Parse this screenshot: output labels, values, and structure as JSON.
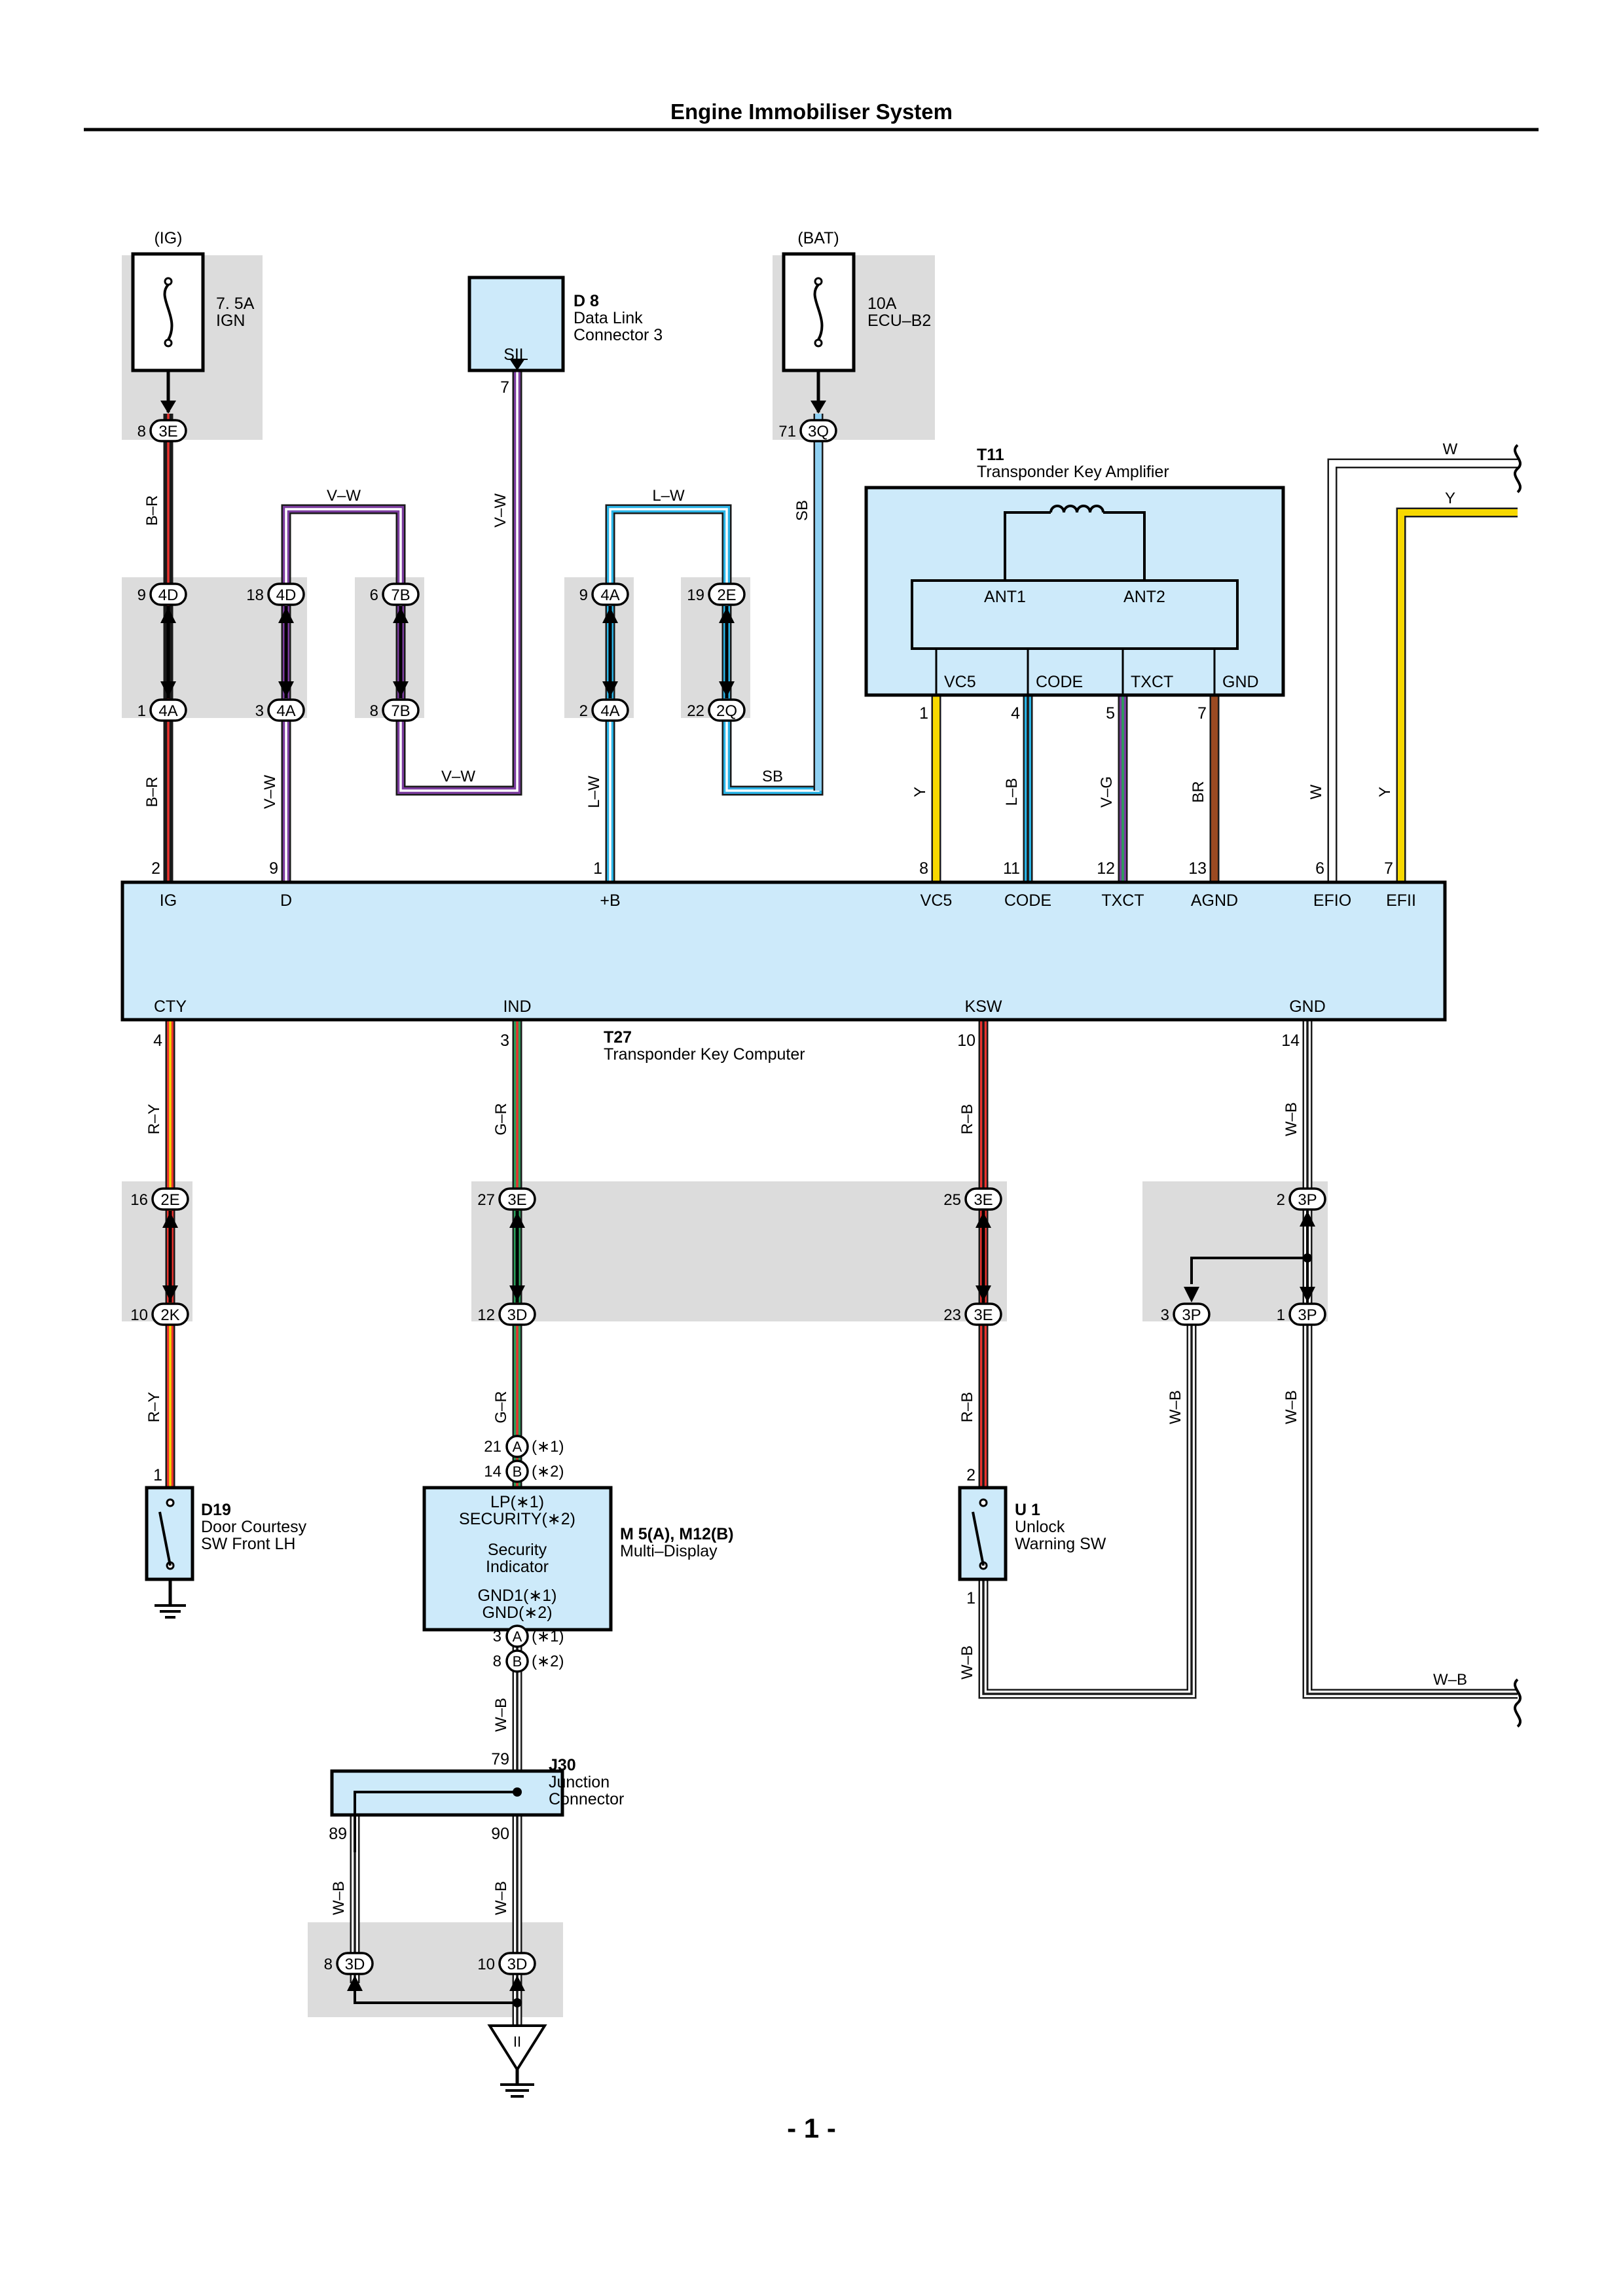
{
  "page": {
    "title": "Engine Immobiliser System",
    "page_number": "- 1 -"
  },
  "colors": {
    "red": "#e8322e",
    "yellow": "#f7d800",
    "green": "#2aa05a",
    "purple": "#7b3c9e",
    "blue": "#2ab4e6",
    "sky": "#8fd0f2",
    "brown": "#9b4a22",
    "black": "#1a1a1a",
    "gray": "#a8a8a8",
    "comp_fill": "#cdeafa",
    "shade": "#dcdcdc"
  },
  "power": {
    "ig": {
      "source": "(IG)",
      "rating": "7. 5A",
      "name": "IGN"
    },
    "bat": {
      "source": "(BAT)",
      "rating": "10A",
      "name": "ECU–B2"
    }
  },
  "components": {
    "d8": {
      "id": "D 8",
      "name1": "Data Link",
      "name2": "Connector 3",
      "pin_label": "SIL",
      "pin": "7"
    },
    "t11": {
      "id": "T11",
      "name": "Transponder Key Amplifier",
      "ant1": "ANT1",
      "ant2": "ANT2",
      "pins": [
        "VC5",
        "CODE",
        "TXCT",
        "GND"
      ]
    },
    "t27": {
      "id": "T27",
      "name": "Transponder Key Computer",
      "top_pins": [
        "IG",
        "D",
        "+B",
        "VC5",
        "CODE",
        "TXCT",
        "AGND",
        "EFIO",
        "EFII"
      ],
      "bottom_pins": [
        "CTY",
        "IND",
        "KSW",
        "GND"
      ]
    },
    "d19": {
      "id": "D19",
      "name1": "Door Courtesy",
      "name2": "SW Front LH"
    },
    "m5": {
      "id": "M 5(A), M12(B)",
      "name": "Multi–Display",
      "l1": "LP(∗1)",
      "l2": "SECURITY(∗2)",
      "l3": "Security",
      "l4": "Indicator",
      "l5": "GND1(∗1)",
      "l6": "GND(∗2)"
    },
    "u1": {
      "id": "U 1",
      "name1": "Unlock",
      "name2": "Warning SW"
    },
    "j30": {
      "id": "J30",
      "name1": "Junction",
      "name2": "Connector"
    }
  },
  "connectors": [
    {
      "label": "3E",
      "pin": "8"
    },
    {
      "label": "3Q",
      "pin": "71"
    },
    {
      "label": "4D",
      "pin": "9"
    },
    {
      "label": "4D",
      "pin": "18"
    },
    {
      "label": "7B",
      "pin": "6"
    },
    {
      "label": "4A",
      "pin": "9"
    },
    {
      "label": "2E",
      "pin": "19"
    },
    {
      "label": "4A",
      "pin": "1"
    },
    {
      "label": "4A",
      "pin": "3"
    },
    {
      "label": "7B",
      "pin": "8"
    },
    {
      "label": "4A",
      "pin": "2"
    },
    {
      "label": "2Q",
      "pin": "22"
    },
    {
      "label": "2E",
      "pin": "16"
    },
    {
      "label": "2K",
      "pin": "10"
    },
    {
      "label": "3E",
      "pin": "27"
    },
    {
      "label": "3D",
      "pin": "12"
    },
    {
      "label": "3E",
      "pin": "25"
    },
    {
      "label": "3E",
      "pin": "23"
    },
    {
      "label": "3P",
      "pin": "2"
    },
    {
      "label": "3P",
      "pin": "3"
    },
    {
      "label": "3P",
      "pin": "1"
    },
    {
      "label": "3D",
      "pin": "8"
    },
    {
      "label": "3D",
      "pin": "10"
    }
  ],
  "pin_numbers": {
    "t11": [
      "1",
      "4",
      "5",
      "7"
    ],
    "t27_top": [
      "2",
      "9",
      "1",
      "8",
      "11",
      "12",
      "13",
      "6",
      "7"
    ],
    "t27_bottom": [
      "4",
      "3",
      "10",
      "14"
    ],
    "d19": "1",
    "u1_top": "2",
    "u1_bottom": "1",
    "m5_a_top": "21",
    "m5_b_top": "14",
    "m5_a_bot": "3",
    "m5_b_bot": "8",
    "j30_in": "79",
    "j30_a": "89",
    "j30_b": "90"
  },
  "badges": {
    "a": "A",
    "b": "B",
    "note1": "(∗1)",
    "note2": "(∗2)"
  },
  "wire_labels": {
    "br": "B–R",
    "vw": "V–W",
    "lw": "L–W",
    "sb": "SB",
    "w": "W",
    "y": "Y",
    "lb": "L–B",
    "vg": "V–G",
    "brn": "BR",
    "ry": "R–Y",
    "gr": "G–R",
    "rb": "R–B",
    "wb": "W–B"
  },
  "ground_symbol": "II"
}
